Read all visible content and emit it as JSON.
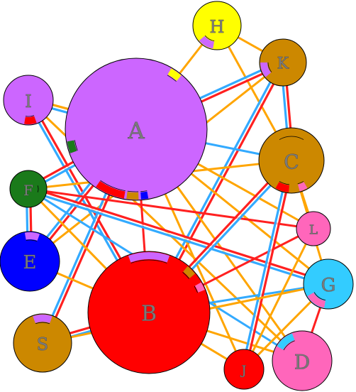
{
  "diagram": {
    "nodes": [
      {
        "id": "A",
        "label": "A",
        "color": "#cc66ff"
      },
      {
        "id": "B",
        "label": "B",
        "color": "#ff0000"
      },
      {
        "id": "C",
        "label": "C",
        "color": "#cc8800"
      },
      {
        "id": "D",
        "label": "D",
        "color": "#ff66bb"
      },
      {
        "id": "E",
        "label": "E",
        "color": "#0000ff"
      },
      {
        "id": "F",
        "label": "F",
        "color": "#1a7a1a"
      },
      {
        "id": "G",
        "label": "G",
        "color": "#33ccff"
      },
      {
        "id": "H",
        "label": "H",
        "color": "#ffff00"
      },
      {
        "id": "I",
        "label": "I",
        "color": "#cc66ff"
      },
      {
        "id": "J",
        "label": "J",
        "color": "#ff0000"
      },
      {
        "id": "K",
        "label": "K",
        "color": "#cc8800"
      },
      {
        "id": "L",
        "label": "L",
        "color": "#ff66bb"
      },
      {
        "id": "S",
        "label": "S",
        "color": "#cc8800"
      }
    ],
    "edge_colors": {
      "orange": "#ffa500",
      "red": "#ff2020",
      "blue": "#33aaff",
      "white": "#ffffff",
      "outline": "#000000"
    },
    "edges": [
      {
        "from": "H",
        "to": "A",
        "style": "orange"
      },
      {
        "from": "H",
        "to": "K",
        "style": "orange"
      },
      {
        "from": "H",
        "to": "C",
        "style": "orange"
      },
      {
        "from": "K",
        "to": "A",
        "style": "red-blue"
      },
      {
        "from": "K",
        "to": "B",
        "style": "red-blue"
      },
      {
        "from": "K",
        "to": "C",
        "style": "red-blue"
      },
      {
        "from": "K",
        "to": "E",
        "style": "orange"
      },
      {
        "from": "I",
        "to": "A",
        "style": "orange-blue"
      },
      {
        "from": "I",
        "to": "B",
        "style": "red-blue"
      },
      {
        "from": "I",
        "to": "D",
        "style": "orange"
      },
      {
        "from": "A",
        "to": "C",
        "style": "blue"
      },
      {
        "from": "A",
        "to": "G",
        "style": "orange"
      },
      {
        "from": "A",
        "to": "D",
        "style": "orange"
      },
      {
        "from": "A",
        "to": "L",
        "style": "orange"
      },
      {
        "from": "A",
        "to": "E",
        "style": "red-blue"
      },
      {
        "from": "A",
        "to": "S",
        "style": "red-blue"
      },
      {
        "from": "A",
        "to": "J",
        "style": "orange"
      },
      {
        "from": "A",
        "to": "B",
        "style": "red"
      },
      {
        "from": "F",
        "to": "A",
        "style": "red-blue"
      },
      {
        "from": "F",
        "to": "C",
        "style": "orange"
      },
      {
        "from": "F",
        "to": "G",
        "style": "red-blue"
      },
      {
        "from": "F",
        "to": "L",
        "style": "red"
      },
      {
        "from": "F",
        "to": "D",
        "style": "blue"
      },
      {
        "from": "F",
        "to": "E",
        "style": "red-blue"
      },
      {
        "from": "F",
        "to": "B",
        "style": "orange"
      },
      {
        "from": "E",
        "to": "B",
        "style": "orange"
      },
      {
        "from": "S",
        "to": "B",
        "style": "red-blue"
      },
      {
        "from": "B",
        "to": "C",
        "style": "red-blue"
      },
      {
        "from": "B",
        "to": "G",
        "style": "blue"
      },
      {
        "from": "B",
        "to": "L",
        "style": "red"
      },
      {
        "from": "B",
        "to": "J",
        "style": "orange"
      },
      {
        "from": "B",
        "to": "D",
        "style": "orange"
      },
      {
        "from": "C",
        "to": "J",
        "style": "red-blue"
      },
      {
        "from": "C",
        "to": "G",
        "style": "orange"
      },
      {
        "from": "C",
        "to": "L",
        "style": "orange"
      },
      {
        "from": "G",
        "to": "D",
        "style": "red"
      },
      {
        "from": "G",
        "to": "J",
        "style": "orange"
      },
      {
        "from": "L",
        "to": "J",
        "style": "orange"
      },
      {
        "from": "S",
        "to": "G",
        "style": "orange"
      }
    ]
  }
}
